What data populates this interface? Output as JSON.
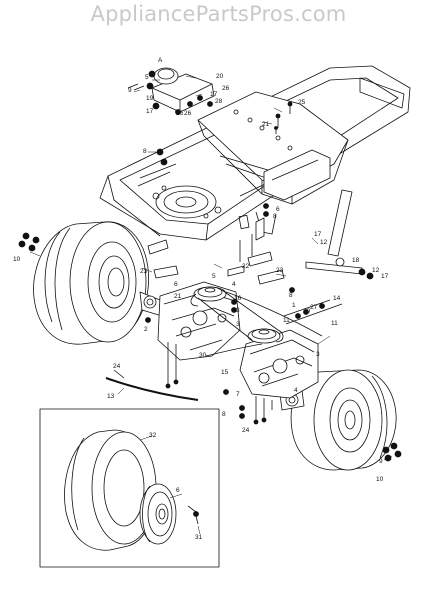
{
  "watermark": "AppliancePartsPros.com",
  "callouts": [
    {
      "id": "c-A",
      "text": "A"
    },
    {
      "id": "c-9a",
      "text": "9"
    },
    {
      "id": "c-5a",
      "text": "5"
    },
    {
      "id": "c-20",
      "text": "20"
    },
    {
      "id": "c-26a",
      "text": "26"
    },
    {
      "id": "c-17a",
      "text": "17"
    },
    {
      "id": "c-26b",
      "text": "26"
    },
    {
      "id": "c-28",
      "text": "28"
    },
    {
      "id": "c-19",
      "text": "19"
    },
    {
      "id": "c-17b",
      "text": "17"
    },
    {
      "id": "c-26c",
      "text": "26"
    },
    {
      "id": "c-25",
      "text": "25"
    },
    {
      "id": "c-21a",
      "text": "21"
    },
    {
      "id": "c-8a",
      "text": "8"
    },
    {
      "id": "c-8b",
      "text": "8"
    },
    {
      "id": "c-6a",
      "text": "6"
    },
    {
      "id": "c-10a",
      "text": "10"
    },
    {
      "id": "c-17c",
      "text": "17"
    },
    {
      "id": "c-12a",
      "text": "12"
    },
    {
      "id": "c-18",
      "text": "18"
    },
    {
      "id": "c-23a",
      "text": "23"
    },
    {
      "id": "c-22",
      "text": "22"
    },
    {
      "id": "c-23b",
      "text": "23"
    },
    {
      "id": "c-12b",
      "text": "12"
    },
    {
      "id": "c-17d",
      "text": "17"
    },
    {
      "id": "c-6b",
      "text": "6"
    },
    {
      "id": "c-5b",
      "text": "5"
    },
    {
      "id": "c-8c",
      "text": "8"
    },
    {
      "id": "c-21b",
      "text": "21"
    },
    {
      "id": "c-4a",
      "text": "4"
    },
    {
      "id": "c-16",
      "text": "16"
    },
    {
      "id": "c-3a",
      "text": "3"
    },
    {
      "id": "c-14",
      "text": "14"
    },
    {
      "id": "c-1",
      "text": "1"
    },
    {
      "id": "c-29",
      "text": "29"
    },
    {
      "id": "c-27",
      "text": "27"
    },
    {
      "id": "c-11a",
      "text": "11"
    },
    {
      "id": "c-11b",
      "text": "11"
    },
    {
      "id": "c-3b",
      "text": "3"
    },
    {
      "id": "c-2",
      "text": "2"
    },
    {
      "id": "c-24a",
      "text": "24"
    },
    {
      "id": "c-30",
      "text": "30"
    },
    {
      "id": "c-15",
      "text": "15"
    },
    {
      "id": "c-3c",
      "text": "3"
    },
    {
      "id": "c-13",
      "text": "13"
    },
    {
      "id": "c-7",
      "text": "7"
    },
    {
      "id": "c-4b",
      "text": "4"
    },
    {
      "id": "c-8d",
      "text": "8"
    },
    {
      "id": "c-24b",
      "text": "24"
    },
    {
      "id": "c-9b",
      "text": "9"
    },
    {
      "id": "c-10b",
      "text": "10"
    },
    {
      "id": "c-32",
      "text": "32"
    },
    {
      "id": "c-6c",
      "text": "6"
    },
    {
      "id": "c-31",
      "text": "31"
    }
  ]
}
